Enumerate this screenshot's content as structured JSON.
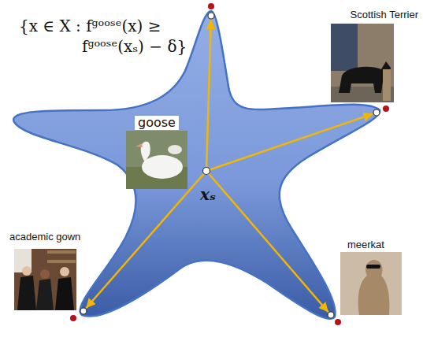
{
  "diagram": {
    "nodes": [
      {
        "text": [
          "{x ∈ X : fᵍᵒᵒˢᵉ(x) ≥ fᵍᵒᵒˢᵉ(xₛ) − δ}"
        ]
      },
      {
        "text": [
          "goose"
        ],
        "in": 0
      },
      {
        "text": [
          "Scottish Terrier"
        ]
      },
      {
        "text": [
          "academic gown"
        ]
      },
      {
        "text": [
          "meerkat"
        ]
      }
    ],
    "labels": [
      "xₛ"
    ]
  }
}
